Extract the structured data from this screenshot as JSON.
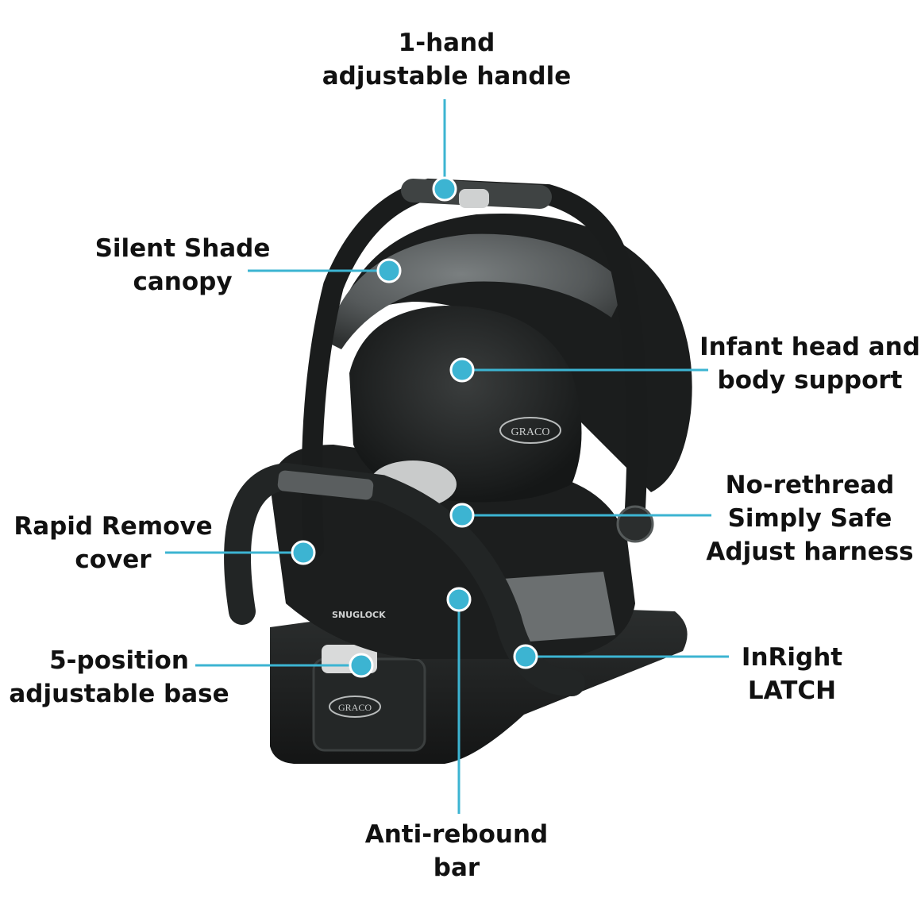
{
  "brand": "GRACO",
  "base_brand": "SNUGLOCK",
  "colors": {
    "accent": "#3cb4d2",
    "seat_dark": "#1f2222",
    "canopy_gray": "#5e6364",
    "text": "#111111"
  },
  "callouts": [
    {
      "id": "handle",
      "lines": [
        "1-hand",
        "adjustable handle"
      ]
    },
    {
      "id": "canopy",
      "lines": [
        "Silent Shade",
        "canopy"
      ]
    },
    {
      "id": "support",
      "lines": [
        "Infant head and",
        "body support"
      ]
    },
    {
      "id": "harness",
      "lines": [
        "No-rethread",
        "Simply Safe",
        "Adjust harness"
      ]
    },
    {
      "id": "cover",
      "lines": [
        "Rapid Remove",
        "cover"
      ]
    },
    {
      "id": "base",
      "lines": [
        "5-position",
        "adjustable base"
      ]
    },
    {
      "id": "latch",
      "lines": [
        "InRight",
        "LATCH"
      ]
    },
    {
      "id": "bar",
      "lines": [
        "Anti-rebound",
        "bar"
      ]
    }
  ]
}
